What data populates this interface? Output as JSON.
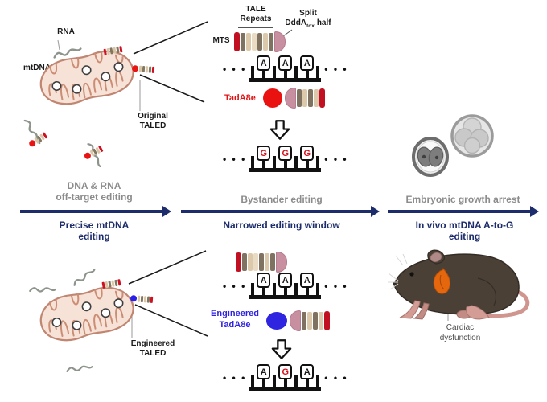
{
  "misc": {
    "dots": "• • •"
  },
  "top_left": {
    "rna_label": "RNA",
    "mtdna_label": "mtDNA",
    "taled_label_line1": "Original",
    "taled_label_line2": "TALED",
    "neg_line1": "DNA & RNA",
    "neg_line2": "off-target editing",
    "pos_line1": "Precise mtDNA",
    "pos_line2": "editing"
  },
  "top_mid": {
    "tale_repeats_line1": "TALE",
    "tale_repeats_line2": "Repeats",
    "split_line1": "Split",
    "split_name": "DddA",
    "split_sub": "tox",
    "split_half": "half",
    "mts_label": "MTS",
    "tada8e_label": "TadA8e",
    "comb_before": {
      "bases": [
        "A",
        "A",
        "A"
      ],
      "classes": [
        "base",
        "base",
        "base"
      ]
    },
    "comb_after": {
      "bases": [
        "G",
        "G",
        "G"
      ],
      "classes": [
        "base red",
        "base red",
        "base red"
      ]
    },
    "neg_label": "Bystander editing",
    "pos_label": "Narrowed editing window"
  },
  "top_right": {
    "neg_label": "Embryonic growth arrest",
    "pos_line1": "In vivo mtDNA A-to-G",
    "pos_line2": "editing"
  },
  "bottom_left": {
    "taled_label_line1": "Engineered",
    "taled_label_line2": "TALED"
  },
  "bottom_mid": {
    "tada8e_line1": "Engineered",
    "tada8e_line2": "TadA8e",
    "comb_before": {
      "bases": [
        "A",
        "A",
        "A"
      ],
      "classes": [
        "base",
        "base",
        "base"
      ]
    },
    "comb_after": {
      "bases": [
        "A",
        "G",
        "A"
      ],
      "classes": [
        "base",
        "base red",
        "base"
      ]
    }
  },
  "bottom_right": {
    "cardiac_line1": "Cardiac",
    "cardiac_line2": "dysfunction"
  },
  "colors": {
    "navy": "#1d2c6b",
    "gray_text": "#8c8c8c",
    "mts_red": "#c11022",
    "tada_red": "#ea1111",
    "engineered_blue": "#2f24e0",
    "tale_beige": "#dcc9ab",
    "tale_brown": "#7f7260",
    "ddda_pink": "#c88fa1",
    "mito_fill": "#f7e2d7",
    "mito_stroke": "#c08672",
    "heart_orange": "#e4670e"
  }
}
